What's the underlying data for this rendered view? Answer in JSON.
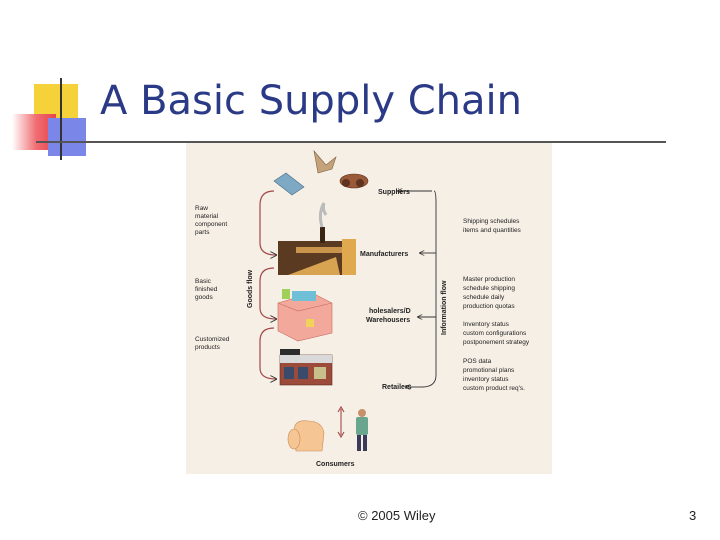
{
  "slide": {
    "title": "A Basic Supply Chain",
    "footer": "© 2005 Wiley",
    "page_number": "3",
    "title_color": "#2b3a86"
  },
  "diagram": {
    "nodes": [
      "Suppliers",
      "Manufacturers",
      "holesalers/D\nWarehousers",
      "Retailers",
      "Consumers"
    ],
    "node_labels": {
      "suppliers": "Suppliers",
      "manufacturers": "Manufacturers",
      "wholesalers_line1": "holesalers/D",
      "wholesalers_line2": "Warehousers",
      "retailers": "Retailers",
      "consumers": "Consumers"
    },
    "flows": {
      "goods_flow": "Goods flow",
      "information_flow": "Information flow"
    },
    "left_notes": {
      "raw": [
        "Raw",
        "material",
        "component",
        "parts"
      ],
      "finished": [
        "Basic",
        "finished",
        "goods"
      ],
      "customized": [
        "Customized",
        "products"
      ]
    },
    "right_notes": {
      "shipping": [
        "Shipping schedules",
        "items and quantities"
      ],
      "master": [
        "Master production",
        "schedule shipping",
        "schedule daily",
        "production quotas"
      ],
      "inventory": [
        "Inventory status",
        "custom configurations",
        "postponement strategy"
      ],
      "pos": [
        "POS data",
        "promotional plans",
        "inventory status",
        "custom product req's."
      ]
    },
    "icons": [
      "gear-icon",
      "factory-icon",
      "warehouse-icon",
      "store-icon",
      "sofa-icon",
      "person-icon"
    ]
  }
}
